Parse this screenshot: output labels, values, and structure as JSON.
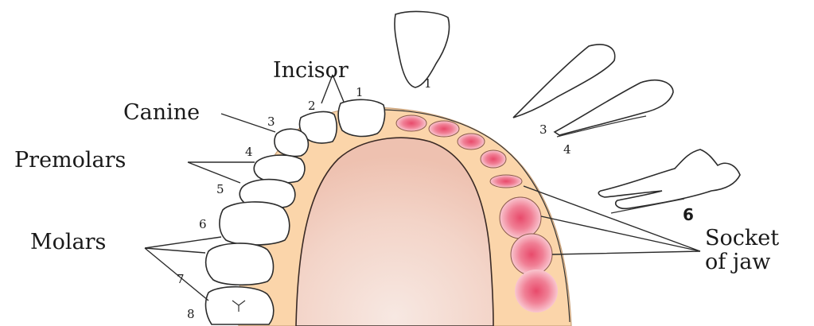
{
  "labels": {
    "incisor": "Incisor",
    "canine": "Canine",
    "premolars": "Premolars",
    "molars": "Molars",
    "socket_line1": "Socket",
    "socket_line2": "of jaw"
  },
  "numbers": {
    "n1": "1",
    "n2": "2",
    "n3": "3",
    "n4": "4",
    "n5": "5",
    "n6": "6",
    "n7": "7",
    "n8": "8",
    "side1": "1",
    "side3": "3",
    "side4": "4",
    "side6": "6"
  },
  "colors": {
    "gum": "#fbd5aa",
    "socket": "#e2536f",
    "palate": "#f1c5b7"
  }
}
